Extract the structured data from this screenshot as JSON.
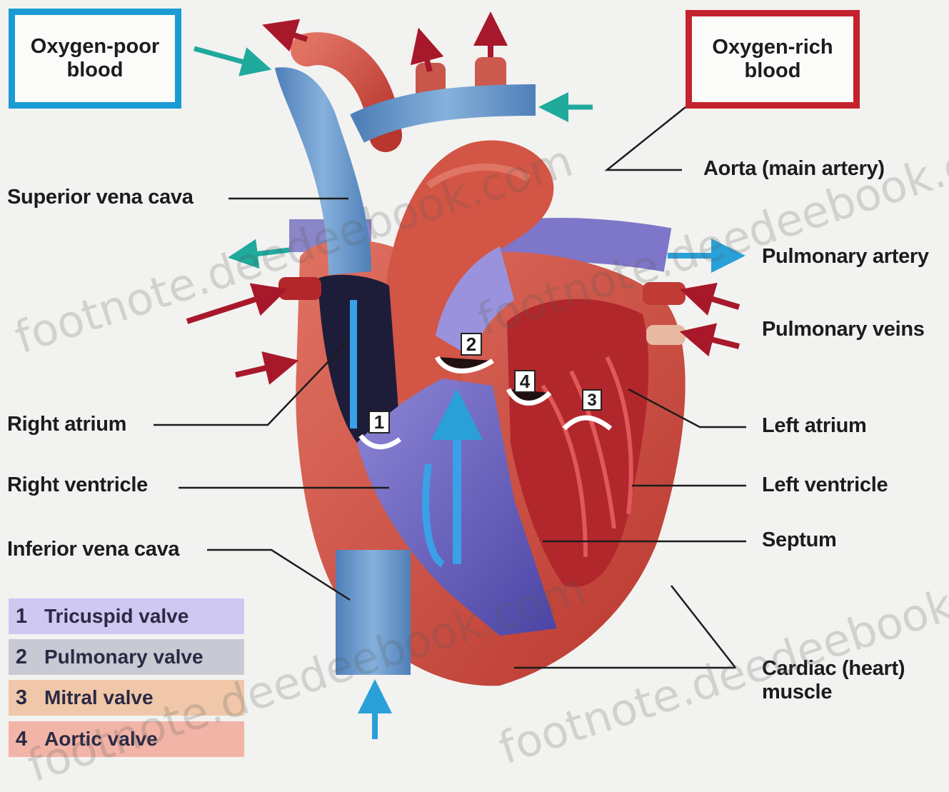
{
  "boxes": {
    "oxygen_poor": [
      "Oxygen-poor",
      "blood"
    ],
    "oxygen_rich": [
      "Oxygen-rich",
      "blood"
    ]
  },
  "labels": {
    "superior_vena_cava": "Superior vena cava",
    "aorta": "Aorta (main artery)",
    "pulmonary_artery": "Pulmonary artery",
    "pulmonary_veins": "Pulmonary veins",
    "right_atrium": "Right atrium",
    "left_atrium": "Left atrium",
    "right_ventricle": "Right ventricle",
    "left_ventricle": "Left ventricle",
    "inferior_vena_cava": "Inferior vena cava",
    "septum": "Septum",
    "cardiac_muscle": [
      "Cardiac (heart)",
      "muscle"
    ]
  },
  "valve_markers": [
    "1",
    "2",
    "3",
    "4"
  ],
  "legend": [
    {
      "num": "1",
      "name": "Tricuspid valve",
      "color": "#cfc8f2"
    },
    {
      "num": "2",
      "name": "Pulmonary valve",
      "color": "#c9c9d4"
    },
    {
      "num": "3",
      "name": "Mitral valve",
      "color": "#f0c7a8"
    },
    {
      "num": "4",
      "name": "Aortic valve",
      "color": "#f2b4a6"
    }
  ],
  "watermark": "footnote.deedeebook.com",
  "colors": {
    "oxygen_poor": "#1a9bd3",
    "oxygen_rich": "#c3232d",
    "arrow_blue": "#2aa0d8",
    "arrow_red": "#a8182b",
    "muscle": "#cf4a3c",
    "vein_blue": "#6e9ccc",
    "chamber_purple": "#5d56b8"
  }
}
